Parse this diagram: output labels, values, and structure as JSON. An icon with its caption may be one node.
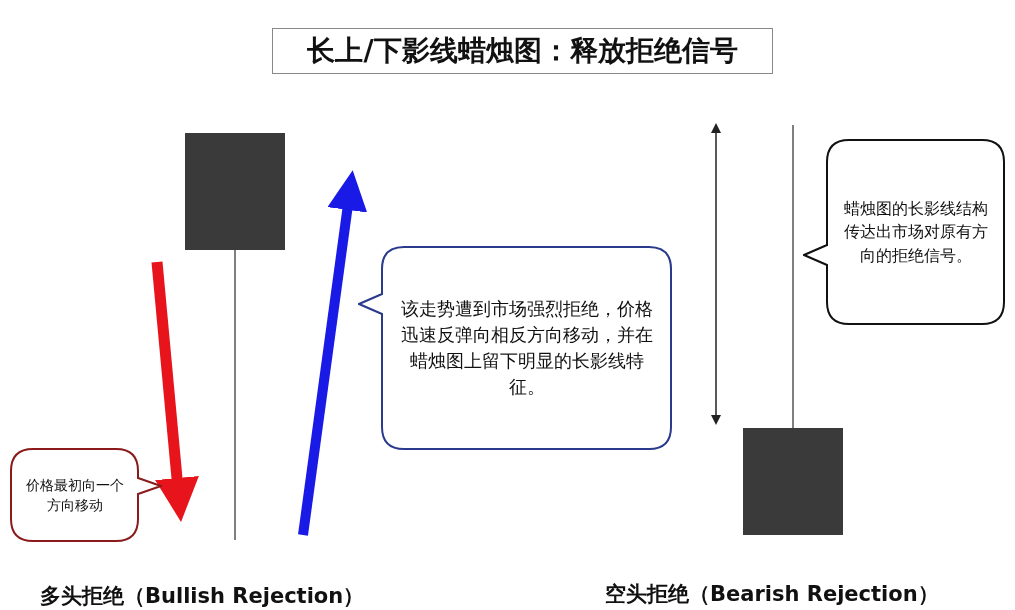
{
  "diagram": {
    "title": "长上/下影线蜡烛图：释放拒绝信号",
    "nodes": [
      {
        "text": [
          "价格最初向一个方向移动"
        ]
      },
      {
        "text": [
          "该走势遭到市场强烈拒绝，价格迅速反弹向相反方向移动，并在蜡烛图上留下明显的长影线特征。"
        ]
      },
      {
        "text": [
          "蜡烛图的长影线结构传达出市场对原有方向的拒绝信号。"
        ]
      }
    ],
    "labels": [
      "多头拒绝（Bullish Rejection）",
      "空头拒绝（Bearish Rejection）"
    ]
  }
}
